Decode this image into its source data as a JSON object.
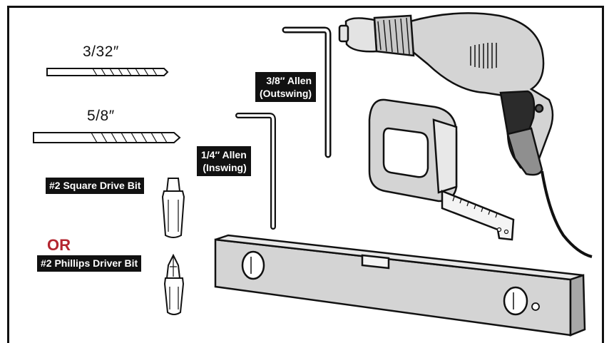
{
  "labels": {
    "bit_small": "3/32″",
    "bit_large": "5/8″",
    "allen_38_line1": "3/8″ Allen",
    "allen_38_line2": "(Outswing)",
    "allen_14_line1": "1/4″ Allen",
    "allen_14_line2": "(Inswing)",
    "square_bit": "#2 Square Drive Bit",
    "or": "OR",
    "phillips_bit": "#2 Phillips Driver Bit"
  },
  "colors": {
    "or_accent": "#b32630",
    "tool_gray": "#d4d4d4",
    "tool_dark": "#2b2b2b",
    "outline": "#111111"
  },
  "icons": {
    "drill": "power-drill-icon",
    "tape": "tape-measure-icon",
    "level": "spirit-level-icon",
    "allen": "allen-key-icon",
    "bit": "drill-bit-icon",
    "driver_bit": "driver-bit-icon"
  }
}
